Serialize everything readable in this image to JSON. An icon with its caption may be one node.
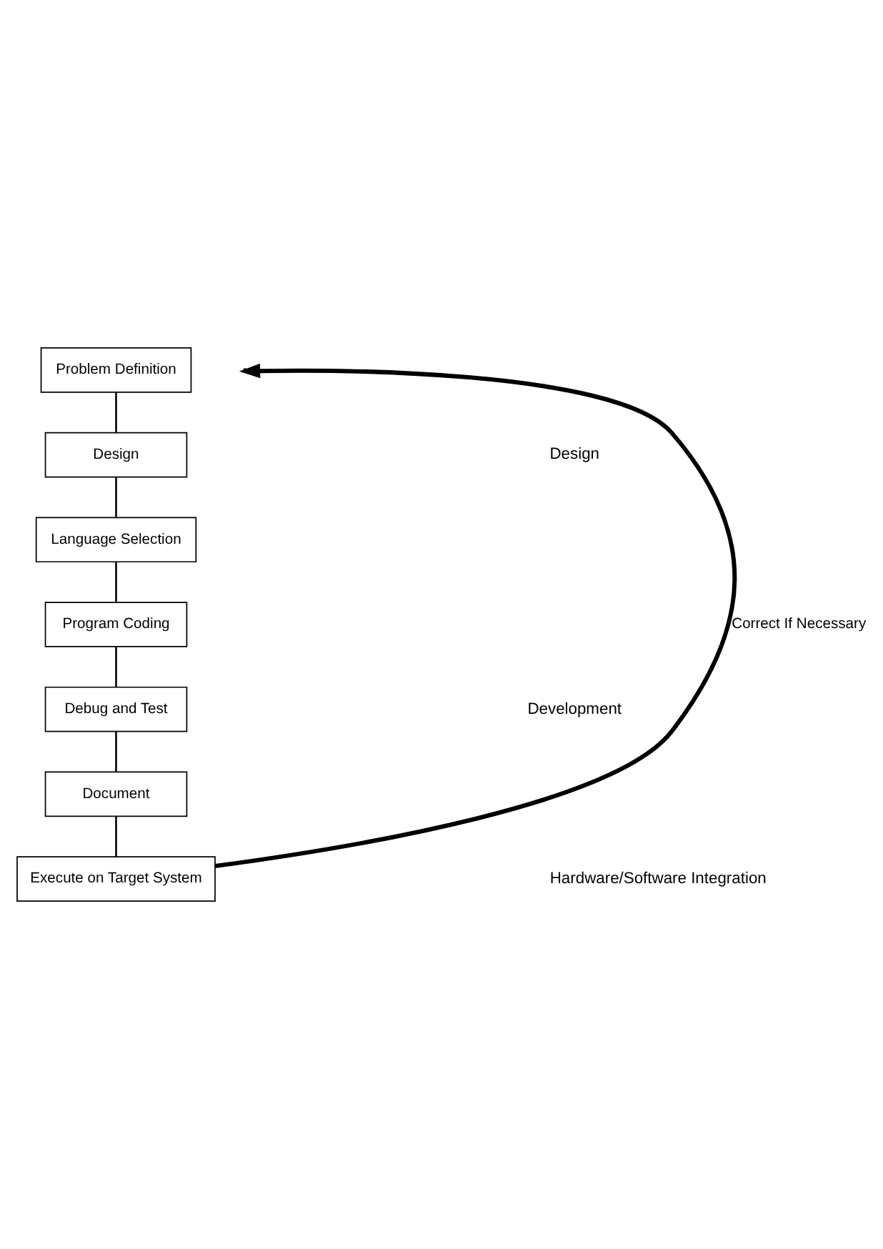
{
  "diagram": {
    "nodes": [
      {
        "text": [
          "Problem Definition"
        ]
      },
      {
        "text": [
          "Design"
        ]
      },
      {
        "text": [
          "Language Selection"
        ]
      },
      {
        "text": [
          "Program Coding"
        ]
      },
      {
        "text": [
          "Debug and Test"
        ]
      },
      {
        "text": [
          "Document"
        ]
      },
      {
        "text": [
          "Execute on Target System"
        ]
      }
    ],
    "edges": [
      {
        "from": 0,
        "to": 1,
        "arrow": "none"
      },
      {
        "from": 1,
        "to": 2,
        "arrow": "none"
      },
      {
        "from": 2,
        "to": 3,
        "arrow": "none"
      },
      {
        "from": 3,
        "to": 4,
        "arrow": "none"
      },
      {
        "from": 4,
        "to": 5,
        "arrow": "none"
      },
      {
        "from": 5,
        "to": 6,
        "arrow": "none"
      },
      {
        "from": 6,
        "to": null,
        "arrow": "to",
        "label": "Correct If Necessary",
        "style": "thick"
      }
    ],
    "labels": [
      "Design",
      "Development",
      "Hardware/Software Integration"
    ]
  }
}
